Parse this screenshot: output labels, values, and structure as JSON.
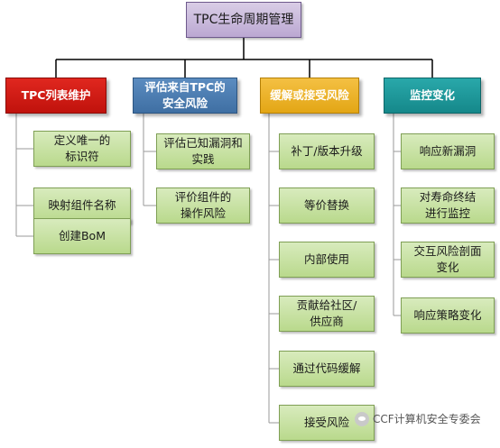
{
  "root": "TPC生命周期管理",
  "categories": [
    {
      "label": "TPC列表维护",
      "children": [
        "定义唯一的\n标识符",
        "映射组件名称",
        "创建BoM"
      ]
    },
    {
      "label": "评估来自TPC的\n安全风险",
      "children": [
        "评估已知漏洞和\n实践",
        "评价组件的\n操作风险"
      ]
    },
    {
      "label": "缓解或接受风险",
      "children": [
        "补丁/版本升级",
        "等价替换",
        "内部使用",
        "贡献给社区/\n供应商",
        "通过代码缓解",
        "接受风险"
      ]
    },
    {
      "label": "监控变化",
      "children": [
        "响应新漏洞",
        "对寿命终结\n进行监控",
        "交互风险剖面\n变化",
        "响应策略变化"
      ]
    }
  ],
  "watermark": "CCF计算机安全专委会",
  "colors": {
    "cat1": "#d41a14",
    "cat2": "#4a7bb0",
    "cat3": "#eab126",
    "cat4": "#1f9a9c",
    "leaf": "#c6e0a2",
    "root": "#c9b8dc"
  }
}
